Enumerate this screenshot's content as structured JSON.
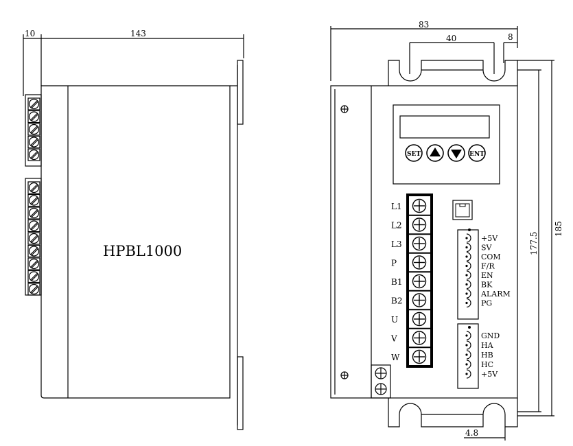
{
  "side_view": {
    "dim_flange": "10",
    "dim_length": "143",
    "model_label": "HPBL1000"
  },
  "front_view": {
    "dim_width": "83",
    "dim_slot_spacing": "40",
    "dim_slot_width": "8",
    "dim_mount_height": "177.5",
    "dim_total_height": "185",
    "dim_bottom": "4.8",
    "keypad_buttons": [
      "SET",
      "▲",
      "▼",
      "ENT"
    ],
    "power_terminals": [
      "L1",
      "L2",
      "L3",
      "P",
      "B1",
      "B2",
      "U",
      "V",
      "W"
    ],
    "control_connector": [
      "+5V",
      "SV",
      "COM",
      "F/R",
      "EN",
      "BK",
      "ALARM",
      "PG"
    ],
    "hall_connector": [
      "GND",
      "HA",
      "HB",
      "HC",
      "+5V"
    ]
  }
}
